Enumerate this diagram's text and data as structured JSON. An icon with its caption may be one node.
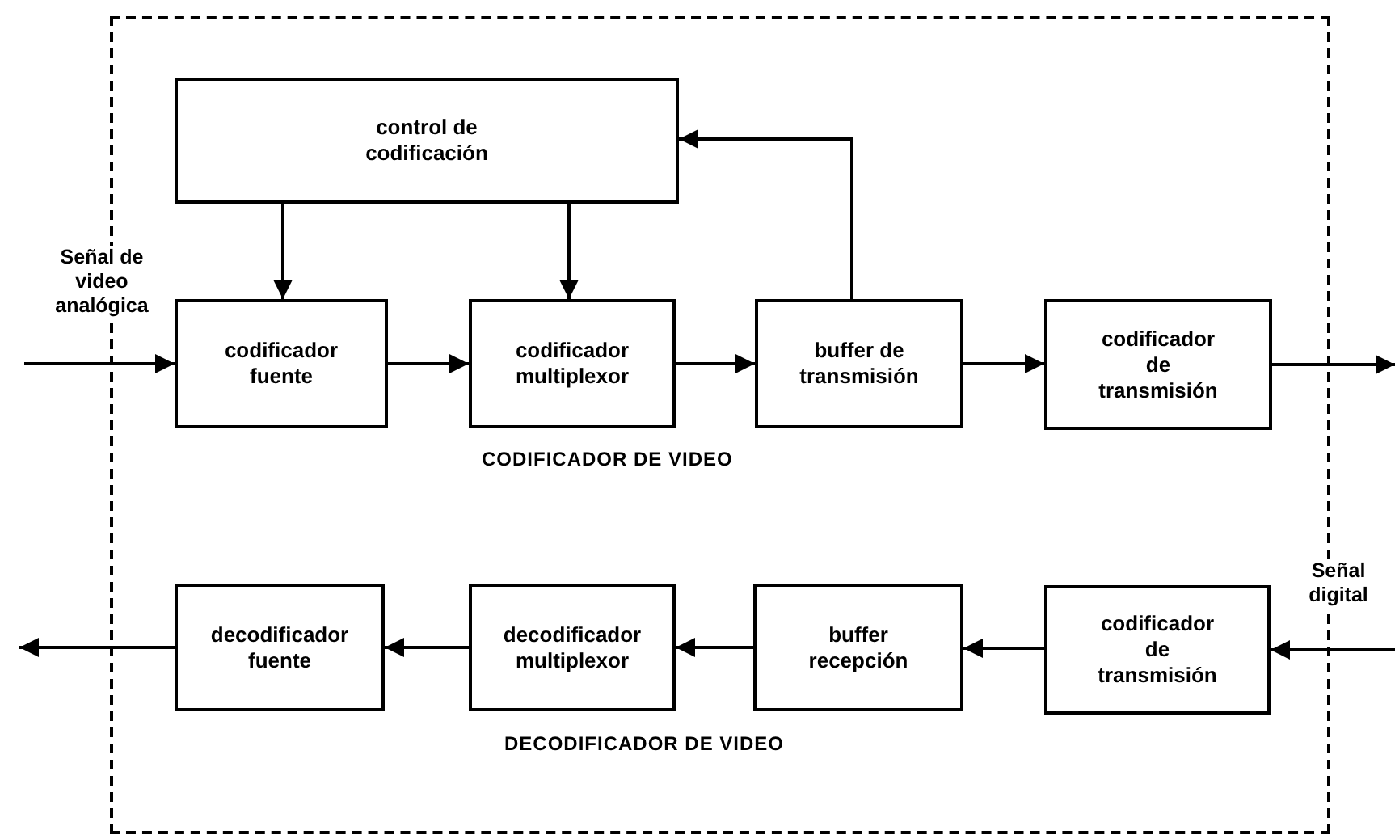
{
  "diagram": {
    "nodes": [
      {
        "text": [],
        "shape": "box"
      },
      {
        "text": [
          "control de codificación"
        ],
        "in": 0
      },
      {
        "text": [
          "codificador fuente"
        ],
        "in": 0
      },
      {
        "text": [
          "codificador multiplexor"
        ],
        "in": 0
      },
      {
        "text": [
          "buffer de transmisión"
        ],
        "in": 0
      },
      {
        "text": [
          "codificador de transmisión"
        ],
        "in": 0
      },
      {
        "text": [
          "decodificador fuente"
        ],
        "in": 0
      },
      {
        "text": [
          "decodificador multiplexor"
        ],
        "in": 0
      },
      {
        "text": [
          "buffer recepción"
        ],
        "in": 0
      },
      {
        "text": [
          "codificador de transmisión"
        ],
        "in": 0
      }
    ],
    "edges": [
      {
        "from": null,
        "to": 2,
        "arrow": "to",
        "label": "Señal de video analógica"
      },
      {
        "from": 1,
        "to": 2,
        "arrow": "to"
      },
      {
        "from": 1,
        "to": 3,
        "arrow": "to"
      },
      {
        "from": 2,
        "to": 3,
        "arrow": "to"
      },
      {
        "from": 3,
        "to": 4,
        "arrow": "to"
      },
      {
        "from": 4,
        "to": 1,
        "arrow": "to"
      },
      {
        "from": 4,
        "to": 5,
        "arrow": "to"
      },
      {
        "from": 5,
        "to": null,
        "arrow": "to"
      },
      {
        "from": null,
        "to": 9,
        "arrow": "to",
        "label": "Señal digital"
      },
      {
        "from": 9,
        "to": 8,
        "arrow": "to"
      },
      {
        "from": 8,
        "to": 7,
        "arrow": "to"
      },
      {
        "from": 7,
        "to": 6,
        "arrow": "to"
      },
      {
        "from": 6,
        "to": null,
        "arrow": "to"
      }
    ],
    "labels": [
      "CODIFICADOR DE VIDEO",
      "DECODIFICADOR DE VIDEO"
    ]
  }
}
